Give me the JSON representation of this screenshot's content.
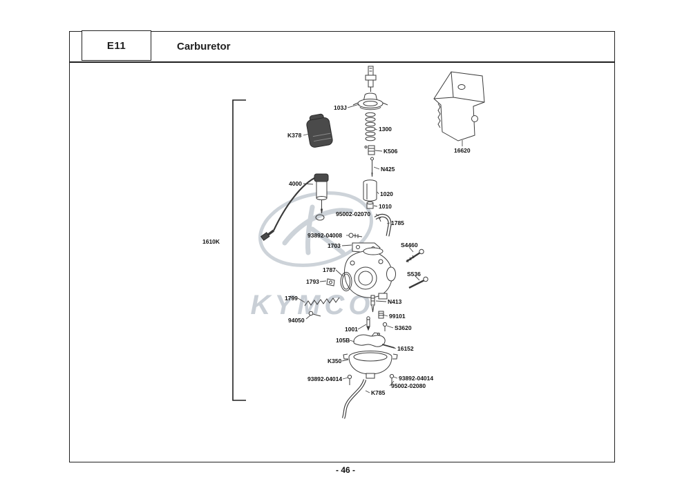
{
  "header": {
    "section_code": "E11",
    "section_title": "Carburetor"
  },
  "footer": {
    "page_number": "- 46 -"
  },
  "watermark": {
    "text": "KYMCO"
  },
  "part_labels": {
    "103J": "103J",
    "1300": "1300",
    "K378": "K378",
    "K506": "K506",
    "N425": "N425",
    "4000": "4000",
    "1020": "1020",
    "1010": "1010",
    "95002-02070": "95002-02070",
    "1785": "1785",
    "93892-04008": "93892-04008",
    "1703": "1703",
    "S4460": "S4460",
    "1787": "1787",
    "S536": "S536",
    "1793": "1793",
    "1799": "1799",
    "N413": "N413",
    "99101": "99101",
    "94050": "94050",
    "1001": "1001",
    "S3620": "S3620",
    "105B": "105B",
    "16152": "16152",
    "K350": "K350",
    "93892-04014": "93892-04014",
    "95002-02080": "95002-02080",
    "K785": "K785",
    "16620": "16620",
    "1610K": "1610K"
  }
}
